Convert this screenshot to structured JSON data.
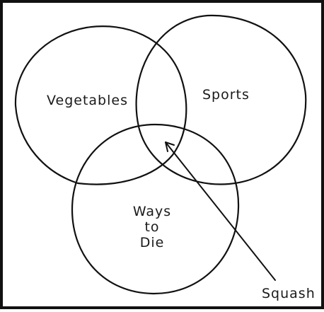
{
  "diagram": {
    "type": "venn",
    "sets": [
      {
        "id": "vegetables",
        "label": "Vegetables"
      },
      {
        "id": "sports",
        "label": "Sports"
      },
      {
        "id": "ways_to_die",
        "label_lines": [
          "Ways",
          "to",
          "Die"
        ]
      }
    ],
    "annotation": {
      "label": "Squash",
      "points_to": "intersection of all three sets"
    }
  },
  "colors": {
    "ink": "#111111",
    "background": "#ffffff"
  }
}
